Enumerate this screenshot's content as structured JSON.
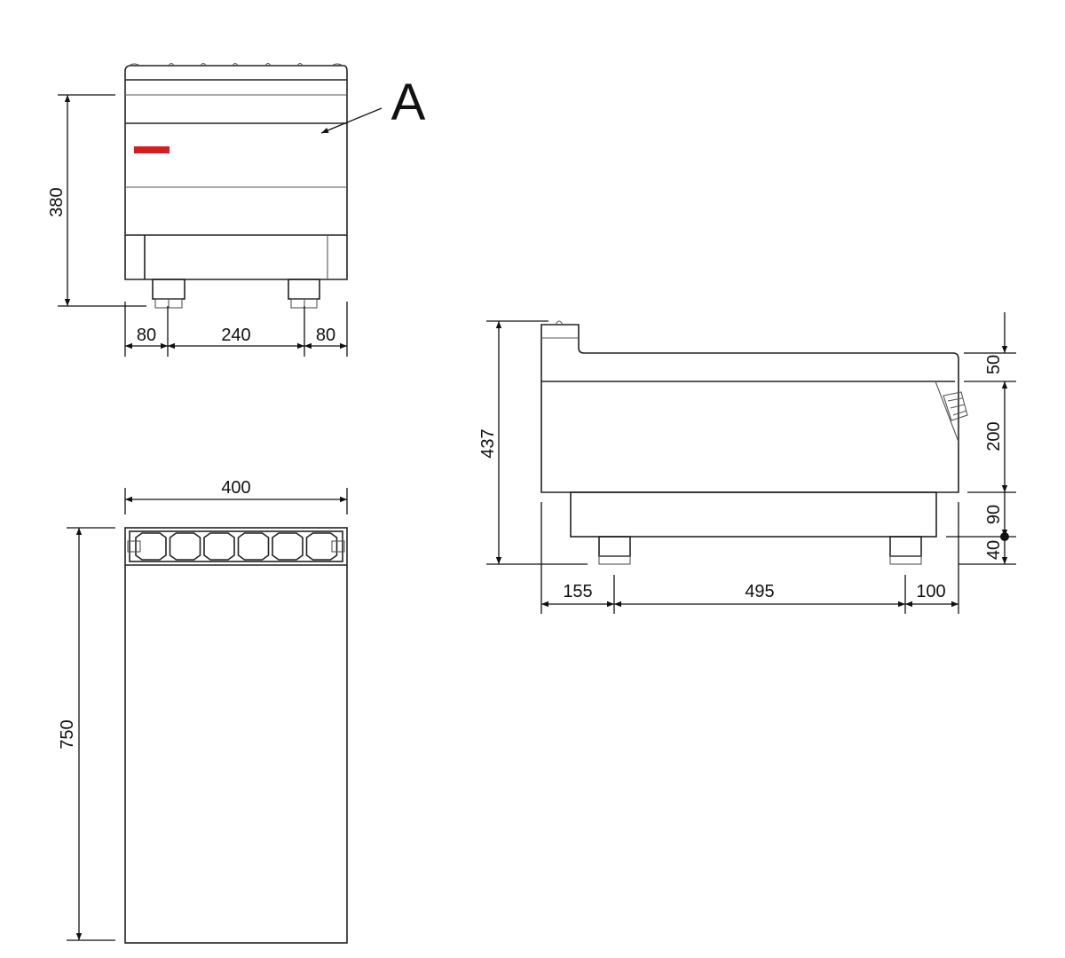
{
  "callout_label": "A",
  "front_view": {
    "height": "380",
    "left_offset": "80",
    "leg_spacing": "240",
    "right_offset": "80"
  },
  "top_view": {
    "width": "400",
    "depth": "750"
  },
  "side_view": {
    "total_height": "437",
    "front_offset": "155",
    "leg_spacing": "495",
    "rear_offset": "100",
    "top_height": "50",
    "body_height": "200",
    "base_height": "90",
    "foot_height": "40"
  },
  "colors": {
    "line": "#222222",
    "logo": "#d81c1c"
  }
}
